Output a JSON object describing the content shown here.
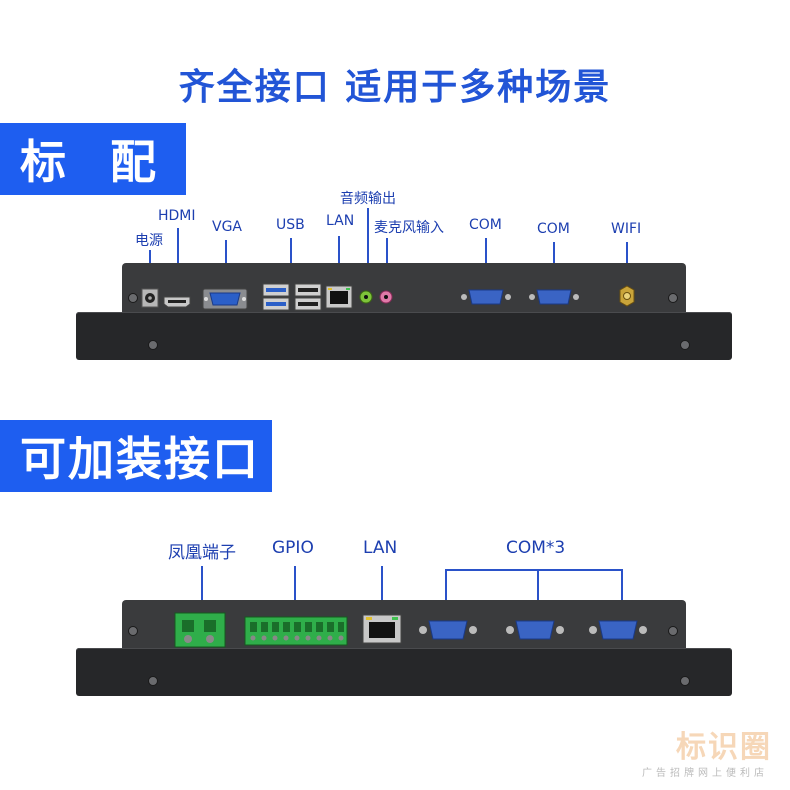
{
  "headline": "齐全接口 适用于多种场景",
  "sections": {
    "standard": {
      "banner": "标 配",
      "labels": {
        "power": "电源",
        "hdmi": "HDMI",
        "vga": "VGA",
        "usb": "USB",
        "lan": "LAN",
        "audio_out": "音频输出",
        "mic_in": "麦克风输入",
        "com1": "COM",
        "com2": "COM",
        "wifi": "WIFI"
      }
    },
    "optional": {
      "banner": "可加装接口",
      "labels": {
        "phoenix": "凤凰端子",
        "gpio": "GPIO",
        "lan": "LAN",
        "com": "COM*3"
      }
    }
  },
  "watermark": {
    "brand": "标识圈",
    "tagline": "广告招牌网上便利店"
  },
  "colors": {
    "accent": "#1e5ef0",
    "label": "#1d3fb0",
    "panel": "#262729",
    "audio_green": "#7ec33a",
    "mic_pink": "#e07aa8",
    "port_blue": "#2b5fc8",
    "terminal_green": "#2fae4a"
  }
}
